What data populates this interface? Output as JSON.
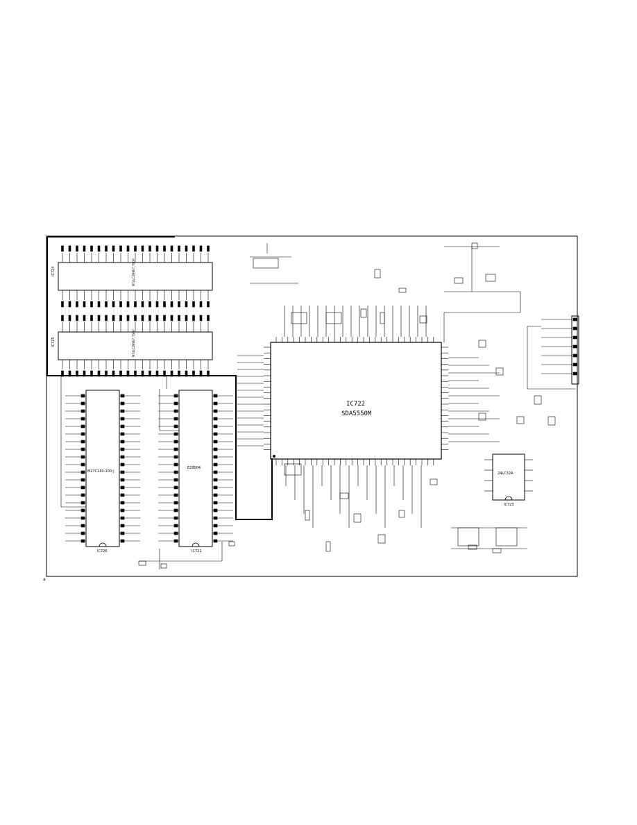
{
  "schematic": {
    "main_ic": {
      "ref": "IC722",
      "part": "SDA5550M"
    },
    "left_ic": {
      "ref": "IC726",
      "part": "M27C160-100-J"
    },
    "mid_ic": {
      "ref": "IC721",
      "part": "E28004"
    },
    "eeprom_ic": {
      "ref": "IC723",
      "part": "24LC32A"
    },
    "top_ic_upper": {
      "ref": "IC724",
      "part": "MT4LC2M8E7_TSOP"
    },
    "top_ic_lower": {
      "ref": "IC725",
      "part": "MT4LC2M8E7_TSOP"
    },
    "corner_mark": "a"
  }
}
